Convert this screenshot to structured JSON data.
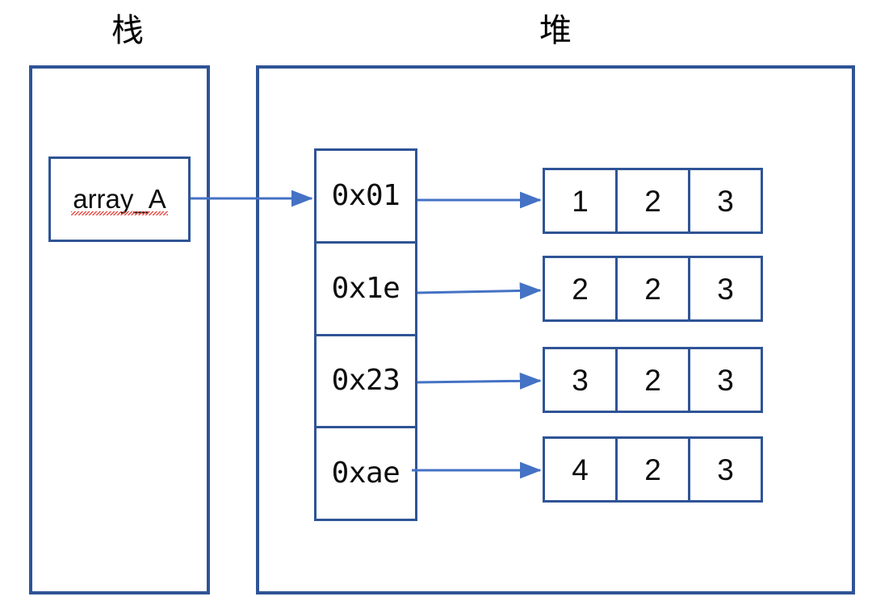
{
  "diagram": {
    "title_regions": {
      "stack_label": "栈",
      "heap_label": "堆"
    },
    "stack": {
      "variable_box": {
        "label": "array_A",
        "spellcheck_underlined": true
      }
    },
    "heap": {
      "pointer_column": {
        "cells": [
          {
            "address": "0x01"
          },
          {
            "address": "0x1e"
          },
          {
            "address": "0x23"
          },
          {
            "address": "0xae"
          }
        ]
      },
      "arrays": [
        {
          "values": [
            "1",
            "2",
            "3"
          ]
        },
        {
          "values": [
            "2",
            "2",
            "3"
          ]
        },
        {
          "values": [
            "3",
            "2",
            "3"
          ]
        },
        {
          "values": [
            "4",
            "2",
            "3"
          ]
        }
      ]
    },
    "arrows": [
      {
        "from": "array_A",
        "to": "0x01"
      },
      {
        "from": "0x01",
        "to": "array-0"
      },
      {
        "from": "0x1e",
        "to": "array-1"
      },
      {
        "from": "0x23",
        "to": "array-2"
      },
      {
        "from": "0xae",
        "to": "array-3"
      }
    ],
    "colors": {
      "border": "#2F5496",
      "arrow": "#4472C4",
      "text": "#0d0d0d",
      "spellcheck": "#e8423a",
      "background": "#ffffff"
    }
  }
}
